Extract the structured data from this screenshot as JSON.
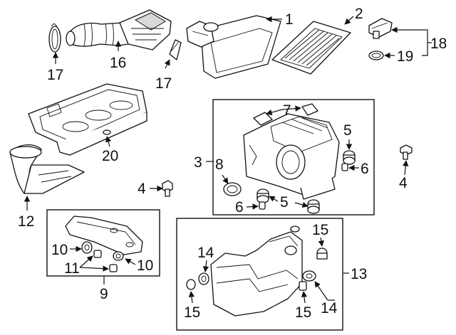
{
  "callouts": {
    "c1": "1",
    "c2": "2",
    "c3": "3",
    "c4a": "4",
    "c4b": "4",
    "c5a": "5",
    "c5b": "5",
    "c6a": "6",
    "c6b": "6",
    "c7": "7",
    "c8": "8",
    "c9": "9",
    "c10a": "10",
    "c10b": "10",
    "c11": "11",
    "c12": "12",
    "c13": "13",
    "c14a": "14",
    "c14b": "14",
    "c15a": "15",
    "c15b": "15",
    "c15c": "15",
    "c16": "16",
    "c17a": "17",
    "c17b": "17",
    "c18": "18",
    "c19": "19",
    "c20": "20"
  },
  "colors": {
    "line": "#111111",
    "background": "#ffffff"
  }
}
